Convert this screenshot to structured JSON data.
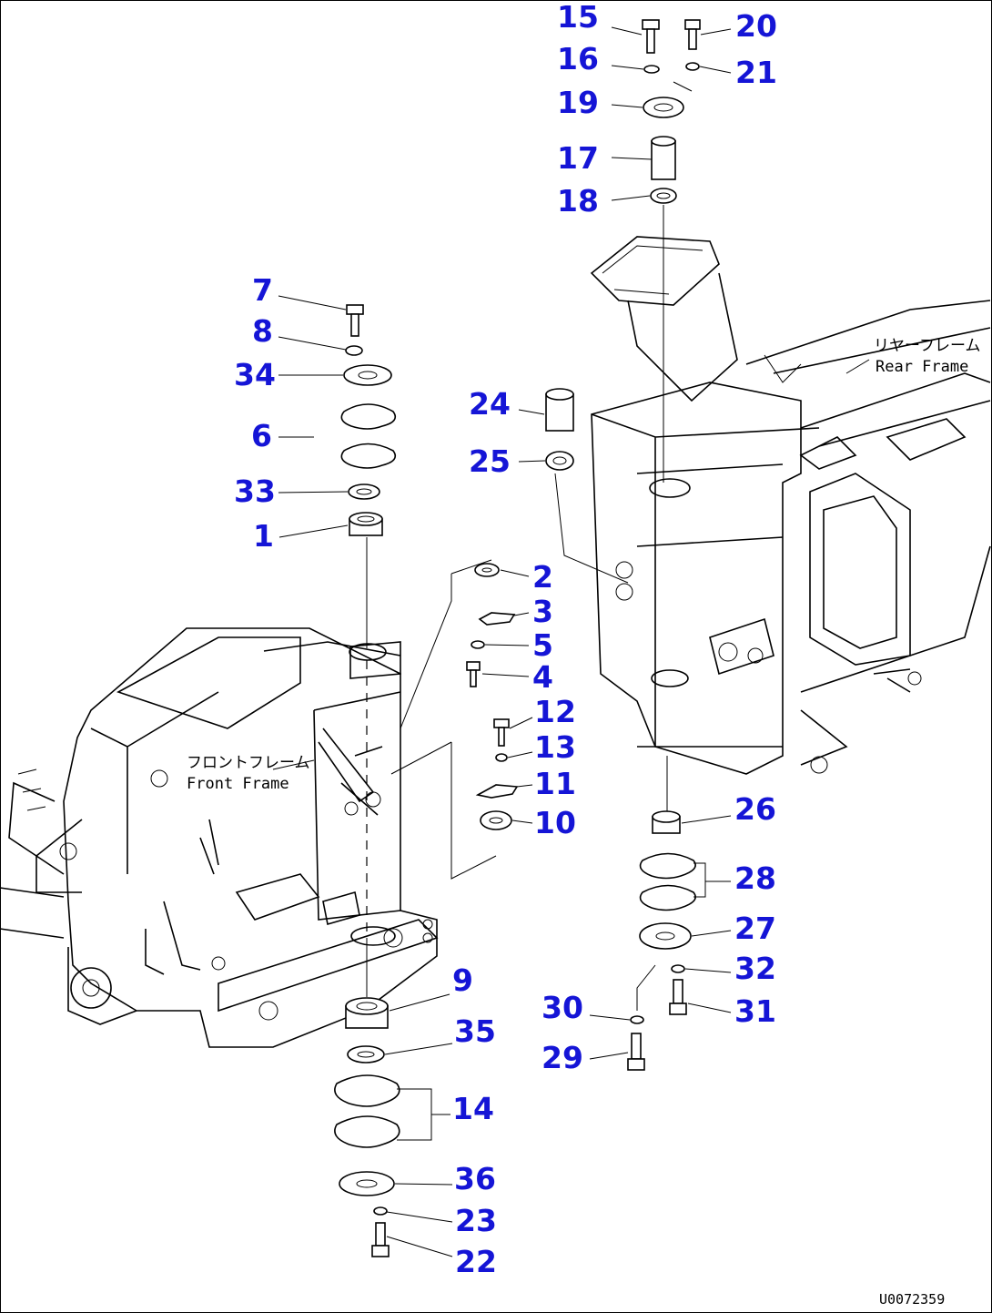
{
  "frames": {
    "front_jp": "フロントフレーム",
    "front_en": "Front Frame",
    "rear_jp": "リヤーフレーム",
    "rear_en": "Rear Frame"
  },
  "drawing_code": "U0072359",
  "colors": {
    "callout": "#1515d6",
    "line": "#000000"
  },
  "callouts": [
    "1",
    "2",
    "3",
    "4",
    "5",
    "6",
    "7",
    "8",
    "9",
    "10",
    "11",
    "12",
    "13",
    "14",
    "15",
    "16",
    "17",
    "18",
    "19",
    "20",
    "21",
    "22",
    "23",
    "24",
    "25",
    "26",
    "27",
    "28",
    "29",
    "30",
    "31",
    "32",
    "33",
    "34",
    "35",
    "36"
  ]
}
